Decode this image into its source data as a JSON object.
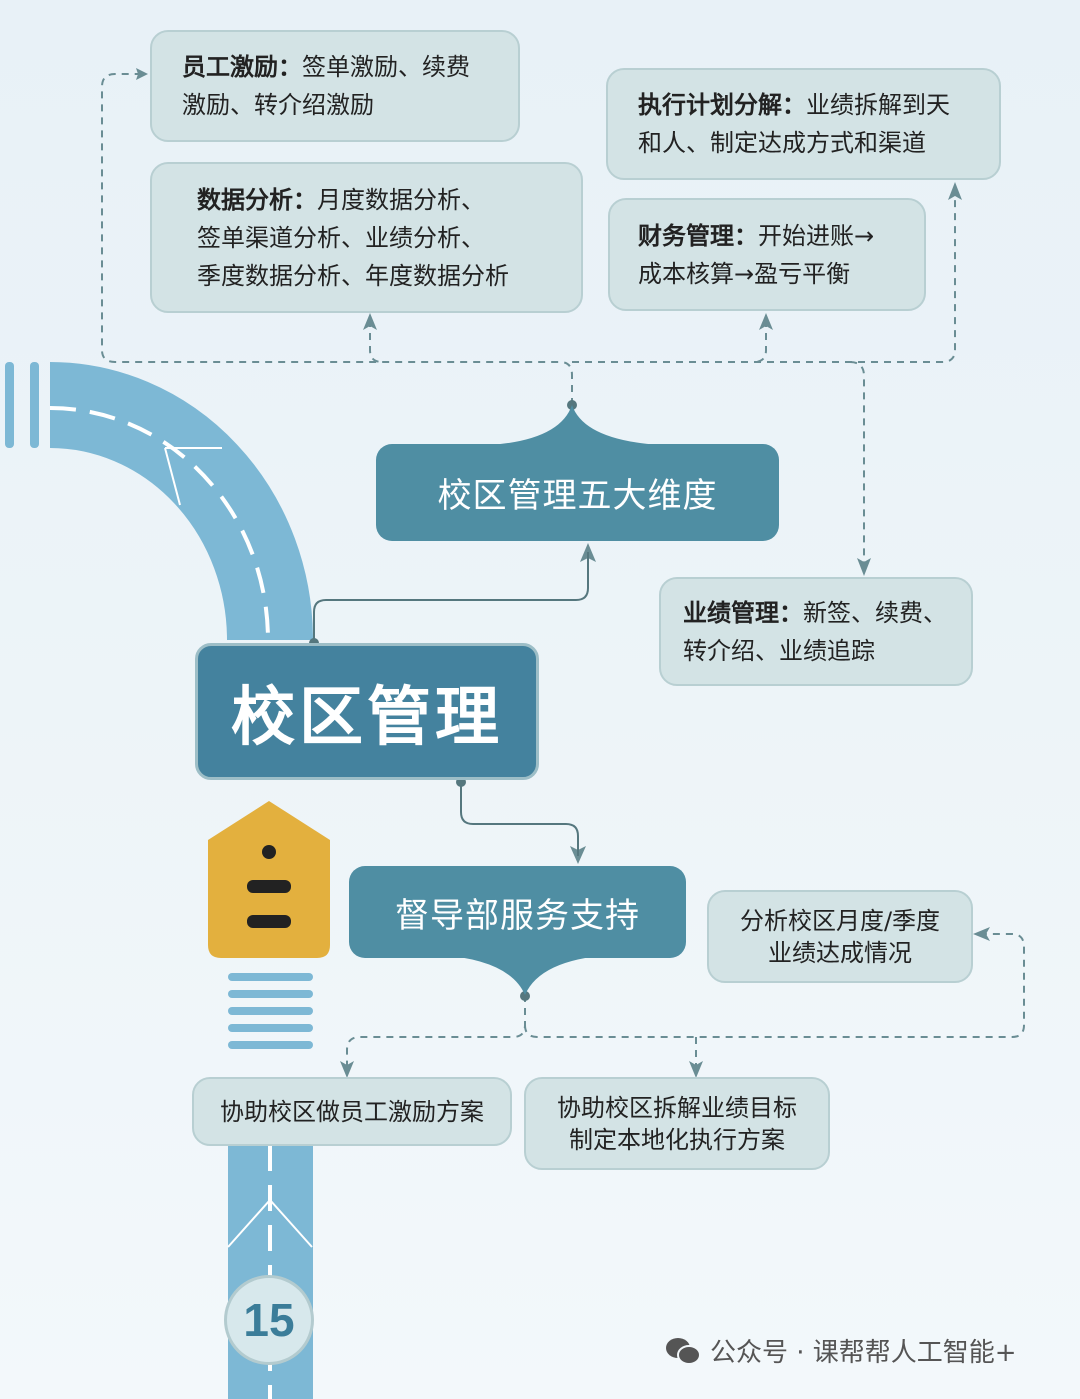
{
  "nodes": {
    "employee": {
      "title": "员工激励：",
      "text1": "签单激励、续费",
      "text2": "激励、转介绍激励"
    },
    "data": {
      "title": "数据分析：",
      "text1": "月度数据分析、",
      "text2": "签单渠道分析、业绩分析、",
      "text3": "季度数据分析、年度数据分析"
    },
    "plan": {
      "title": "执行计划分解：",
      "text1": "业绩拆解到天",
      "text2": "和人、制定达成方式和渠道"
    },
    "finance": {
      "title": "财务管理：",
      "text1": "开始进账→",
      "text2": "成本核算→盈亏平衡"
    },
    "five": {
      "label": "校区管理五大维度"
    },
    "performance": {
      "title": "业绩管理：",
      "text1": "新签、续费、",
      "text2": "转介绍、业绩追踪"
    },
    "main": {
      "label": "校区管理"
    },
    "support": {
      "label": "督导部服务支持"
    },
    "analyze": {
      "line1": "分析校区月度/季度",
      "line2": "业绩达成情况"
    },
    "assist1": {
      "label": "协助校区做员工激励方案"
    },
    "assist2": {
      "line1": "协助校区拆解业绩目标",
      "line2": "制定本地化执行方案"
    }
  },
  "page_number": "15",
  "watermark": "公众号 · 课帮帮人工智能+",
  "colors": {
    "road": "#7db8d5",
    "dark": "#4f8ea3",
    "light": "#d3e3e5",
    "sign": "#e3b03e"
  }
}
